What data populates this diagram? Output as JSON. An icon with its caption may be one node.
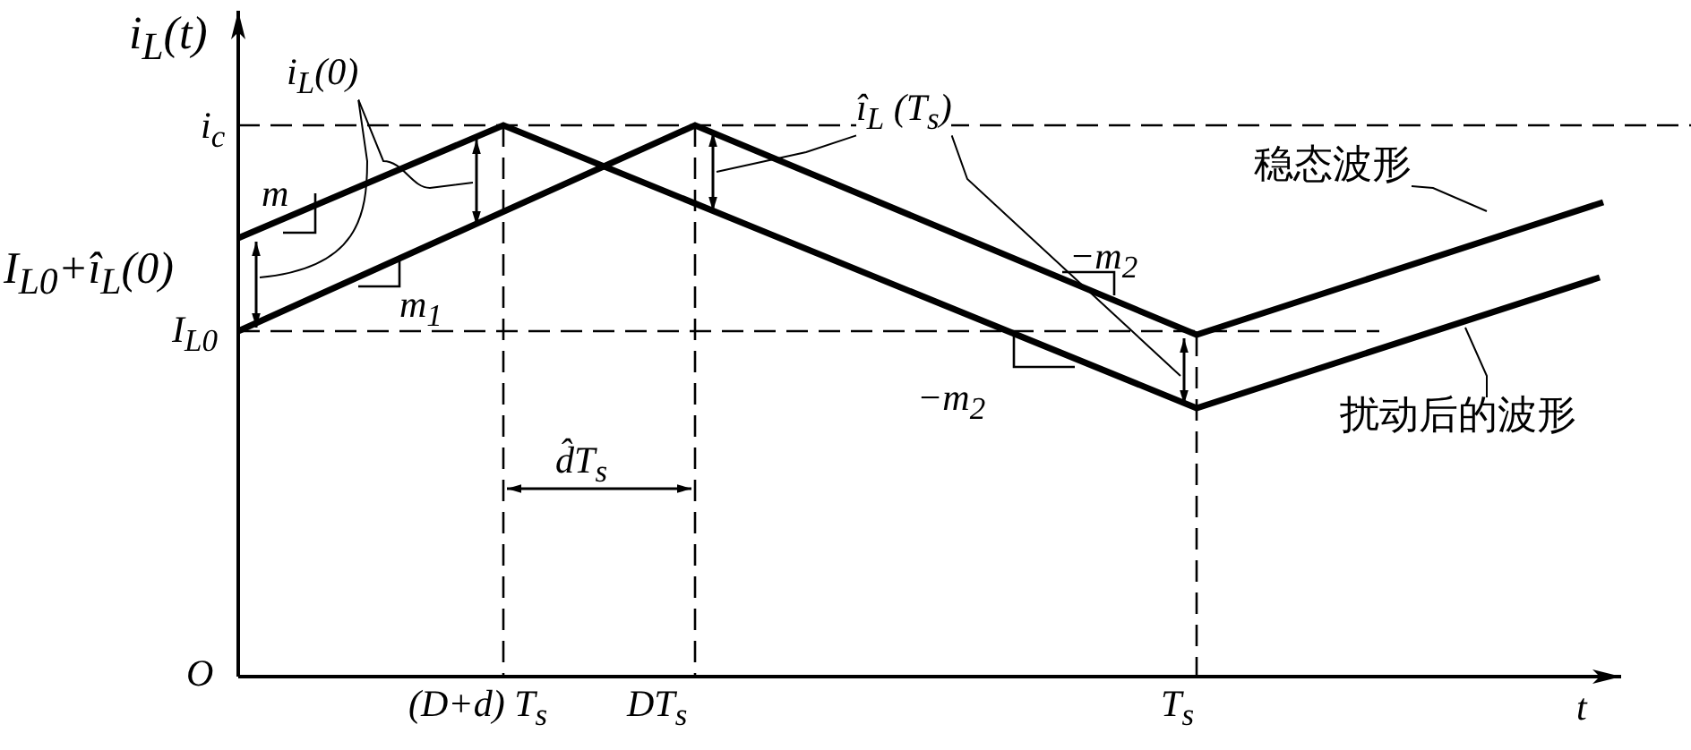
{
  "diagram": {
    "nodes": [
      {
        "text": [
          "i$_{L}$(0)"
        ]
      },
      {
        "text": [
          "î$_{L}$ (T$_{s}$)"
        ]
      },
      {
        "text": [
          "稳态波形"
        ]
      },
      {
        "text": [
          "扰动后的波形"
        ]
      }
    ],
    "edges": [
      {
        "from": 0,
        "to": null,
        "arrow": "none"
      },
      {
        "from": 0,
        "to": null,
        "arrow": "none"
      },
      {
        "from": 1,
        "to": null,
        "arrow": "none"
      },
      {
        "from": 1,
        "to": null,
        "arrow": "none"
      },
      {
        "from": 2,
        "to": null,
        "arrow": "none"
      },
      {
        "from": 3,
        "to": null,
        "arrow": "none"
      }
    ],
    "labels": [
      "i$_{L}$(t)",
      "i$_{c}$",
      "m",
      "I$_{L0}$+î$_{L}$(0)",
      "m$_{1}$",
      "I$_{L0}$",
      "−m$_{2}$",
      "−m$_{2}$",
      "d̂T$_{s}$",
      "O",
      "(D+d) T$_{s}$",
      "DT$_{s}$",
      "T$_{s}$",
      "t"
    ]
  }
}
